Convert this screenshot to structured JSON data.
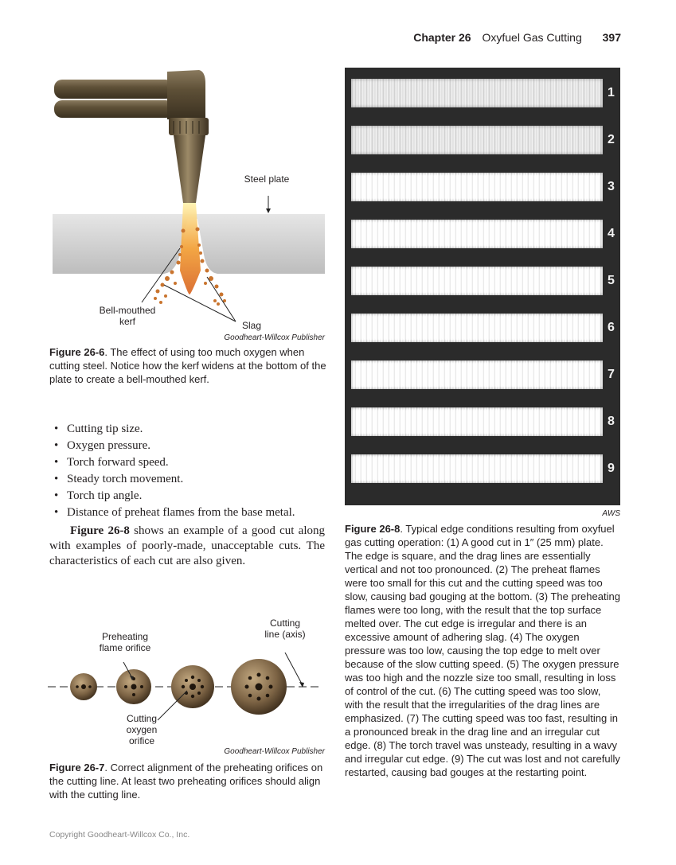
{
  "header": {
    "chapter": "Chapter 26",
    "title": "Oxyfuel Gas Cutting",
    "page_number": "397"
  },
  "figure_26_6": {
    "labels": {
      "steel_plate": "Steel plate",
      "bell_mouthed_kerf": "Bell-mouthed kerf",
      "slag": "Slag"
    },
    "credit": "Goodheart-Willcox Publisher",
    "caption_ref": "Figure 26-6",
    "caption_text": ". The effect of using too much oxygen when cutting steel. Notice how the kerf widens at the bottom of the plate to create a bell-mouthed kerf."
  },
  "bullets": [
    "Cutting tip size.",
    "Oxygen pressure.",
    "Torch forward speed.",
    "Steady torch movement.",
    "Torch tip angle.",
    "Distance of preheat flames from the base metal."
  ],
  "paragraph": {
    "ref": "Figure 26-8",
    "text": " shows an example of a good cut along with examples of poorly-made, unacceptable cuts. The characteristics of each cut are also given."
  },
  "figure_26_7": {
    "labels": {
      "preheating_flame_orifice": "Preheating flame orifice",
      "cutting_line_axis": "Cutting line (axis)",
      "cutting_oxygen_orifice": "Cutting oxygen orifice"
    },
    "credit": "Goodheart-Willcox Publisher",
    "caption_ref": "Figure 26-7",
    "caption_text": ". Correct alignment of the preheating orifices on the cutting line. At least two preheating orifices should align with the cutting line."
  },
  "figure_26_8": {
    "sample_numbers": [
      "1",
      "2",
      "3",
      "4",
      "5",
      "6",
      "7",
      "8",
      "9"
    ],
    "credit": "AWS",
    "caption_ref": "Figure 26-8",
    "caption_text": ". Typical edge conditions resulting from oxyfuel gas cutting operation: (1) A good cut in 1″ (25 mm) plate. The edge is square, and the drag lines are essentially vertical and not too pronounced. (2) The preheat flames were too small for this cut and the cutting speed was too slow, causing bad gouging at the bottom. (3) The preheating flames were too long, with the result that the top surface melted over. The cut edge is irregular and there is an excessive amount of adhering slag. (4) The oxygen pressure was too low, causing the top edge to melt over because of the slow cutting speed. (5) The oxygen pressure was too high and the nozzle size too small, resulting in loss of control of the cut. (6) The cutting speed was too slow, with the result that the irregularities of the drag lines are emphasized. (7) The cutting speed was too fast, resulting in a pronounced break in the drag line and an irregular cut edge. (8) The torch travel was unsteady, resulting in a wavy and irregular cut edge. (9) The cut was lost and not carefully restarted, causing bad gouges at the restarting point."
  },
  "footer": {
    "copyright": "Copyright Goodheart-Willcox Co., Inc."
  }
}
